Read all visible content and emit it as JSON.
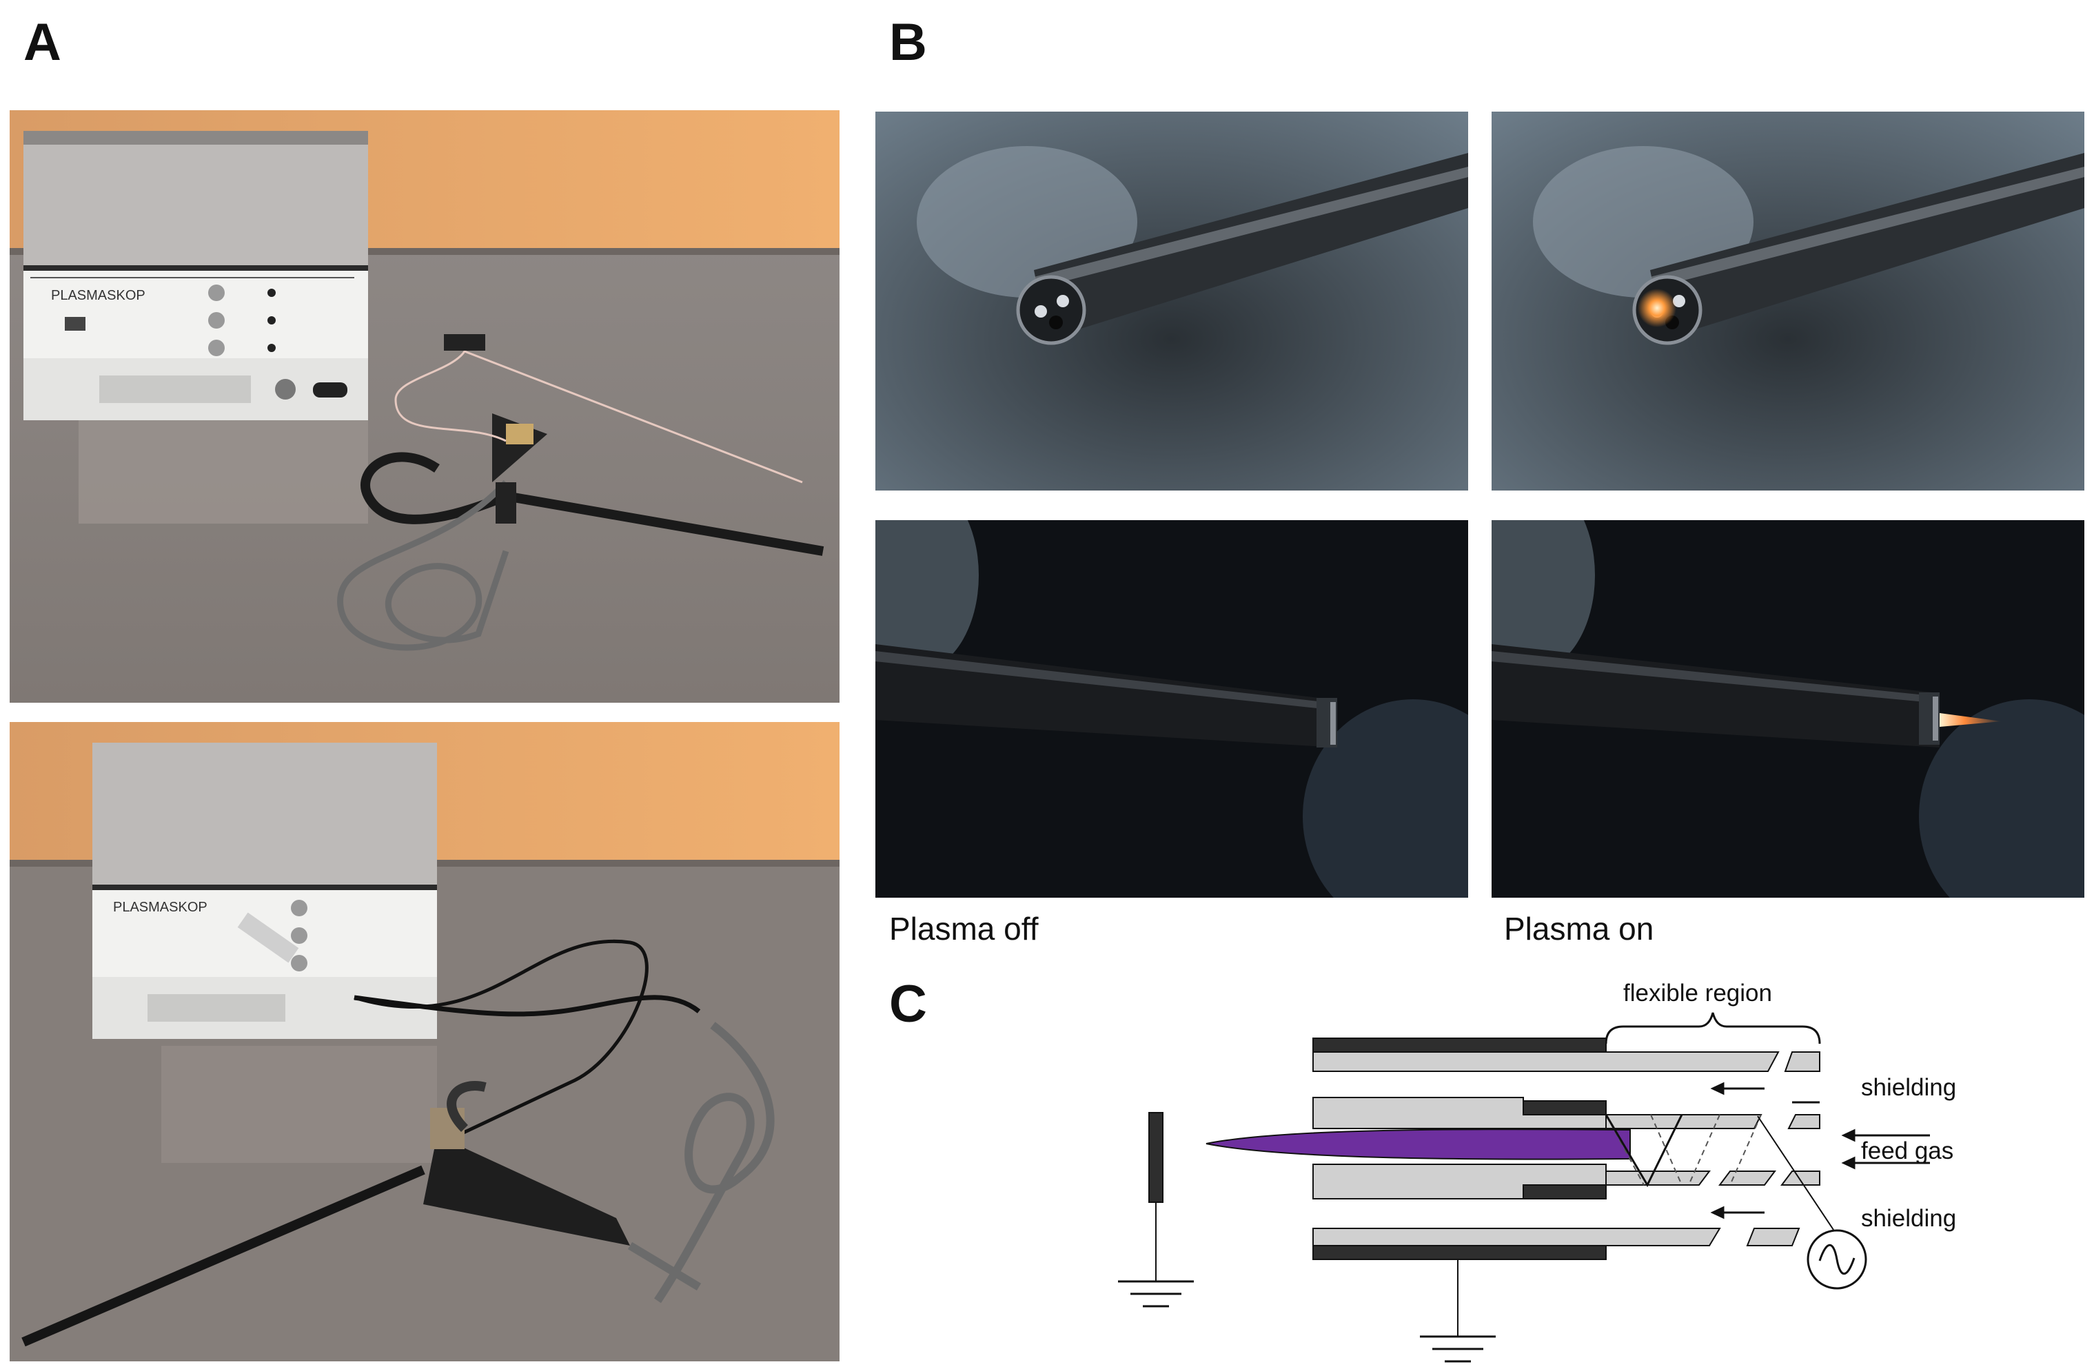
{
  "panels": {
    "a": {
      "letter": "A"
    },
    "b": {
      "letter": "B",
      "caption_off": "Plasma off",
      "caption_on": "Plasma on"
    },
    "c": {
      "letter": "C",
      "labels": {
        "flexible_region": "flexible region",
        "shielding_top": "shielding",
        "feed_gas": "feed gas",
        "shielding_bottom": "shielding"
      }
    }
  },
  "device_brand": "PLASMASKOP",
  "colors": {
    "plasma_jet": "#6d2f9e",
    "plasma_glow": "#ff9a3c",
    "wall_light": "#d0d0d0",
    "wall_dark": "#2e2e2e",
    "tabletop": "#8c8580",
    "background_wall": "#e8a35e"
  }
}
